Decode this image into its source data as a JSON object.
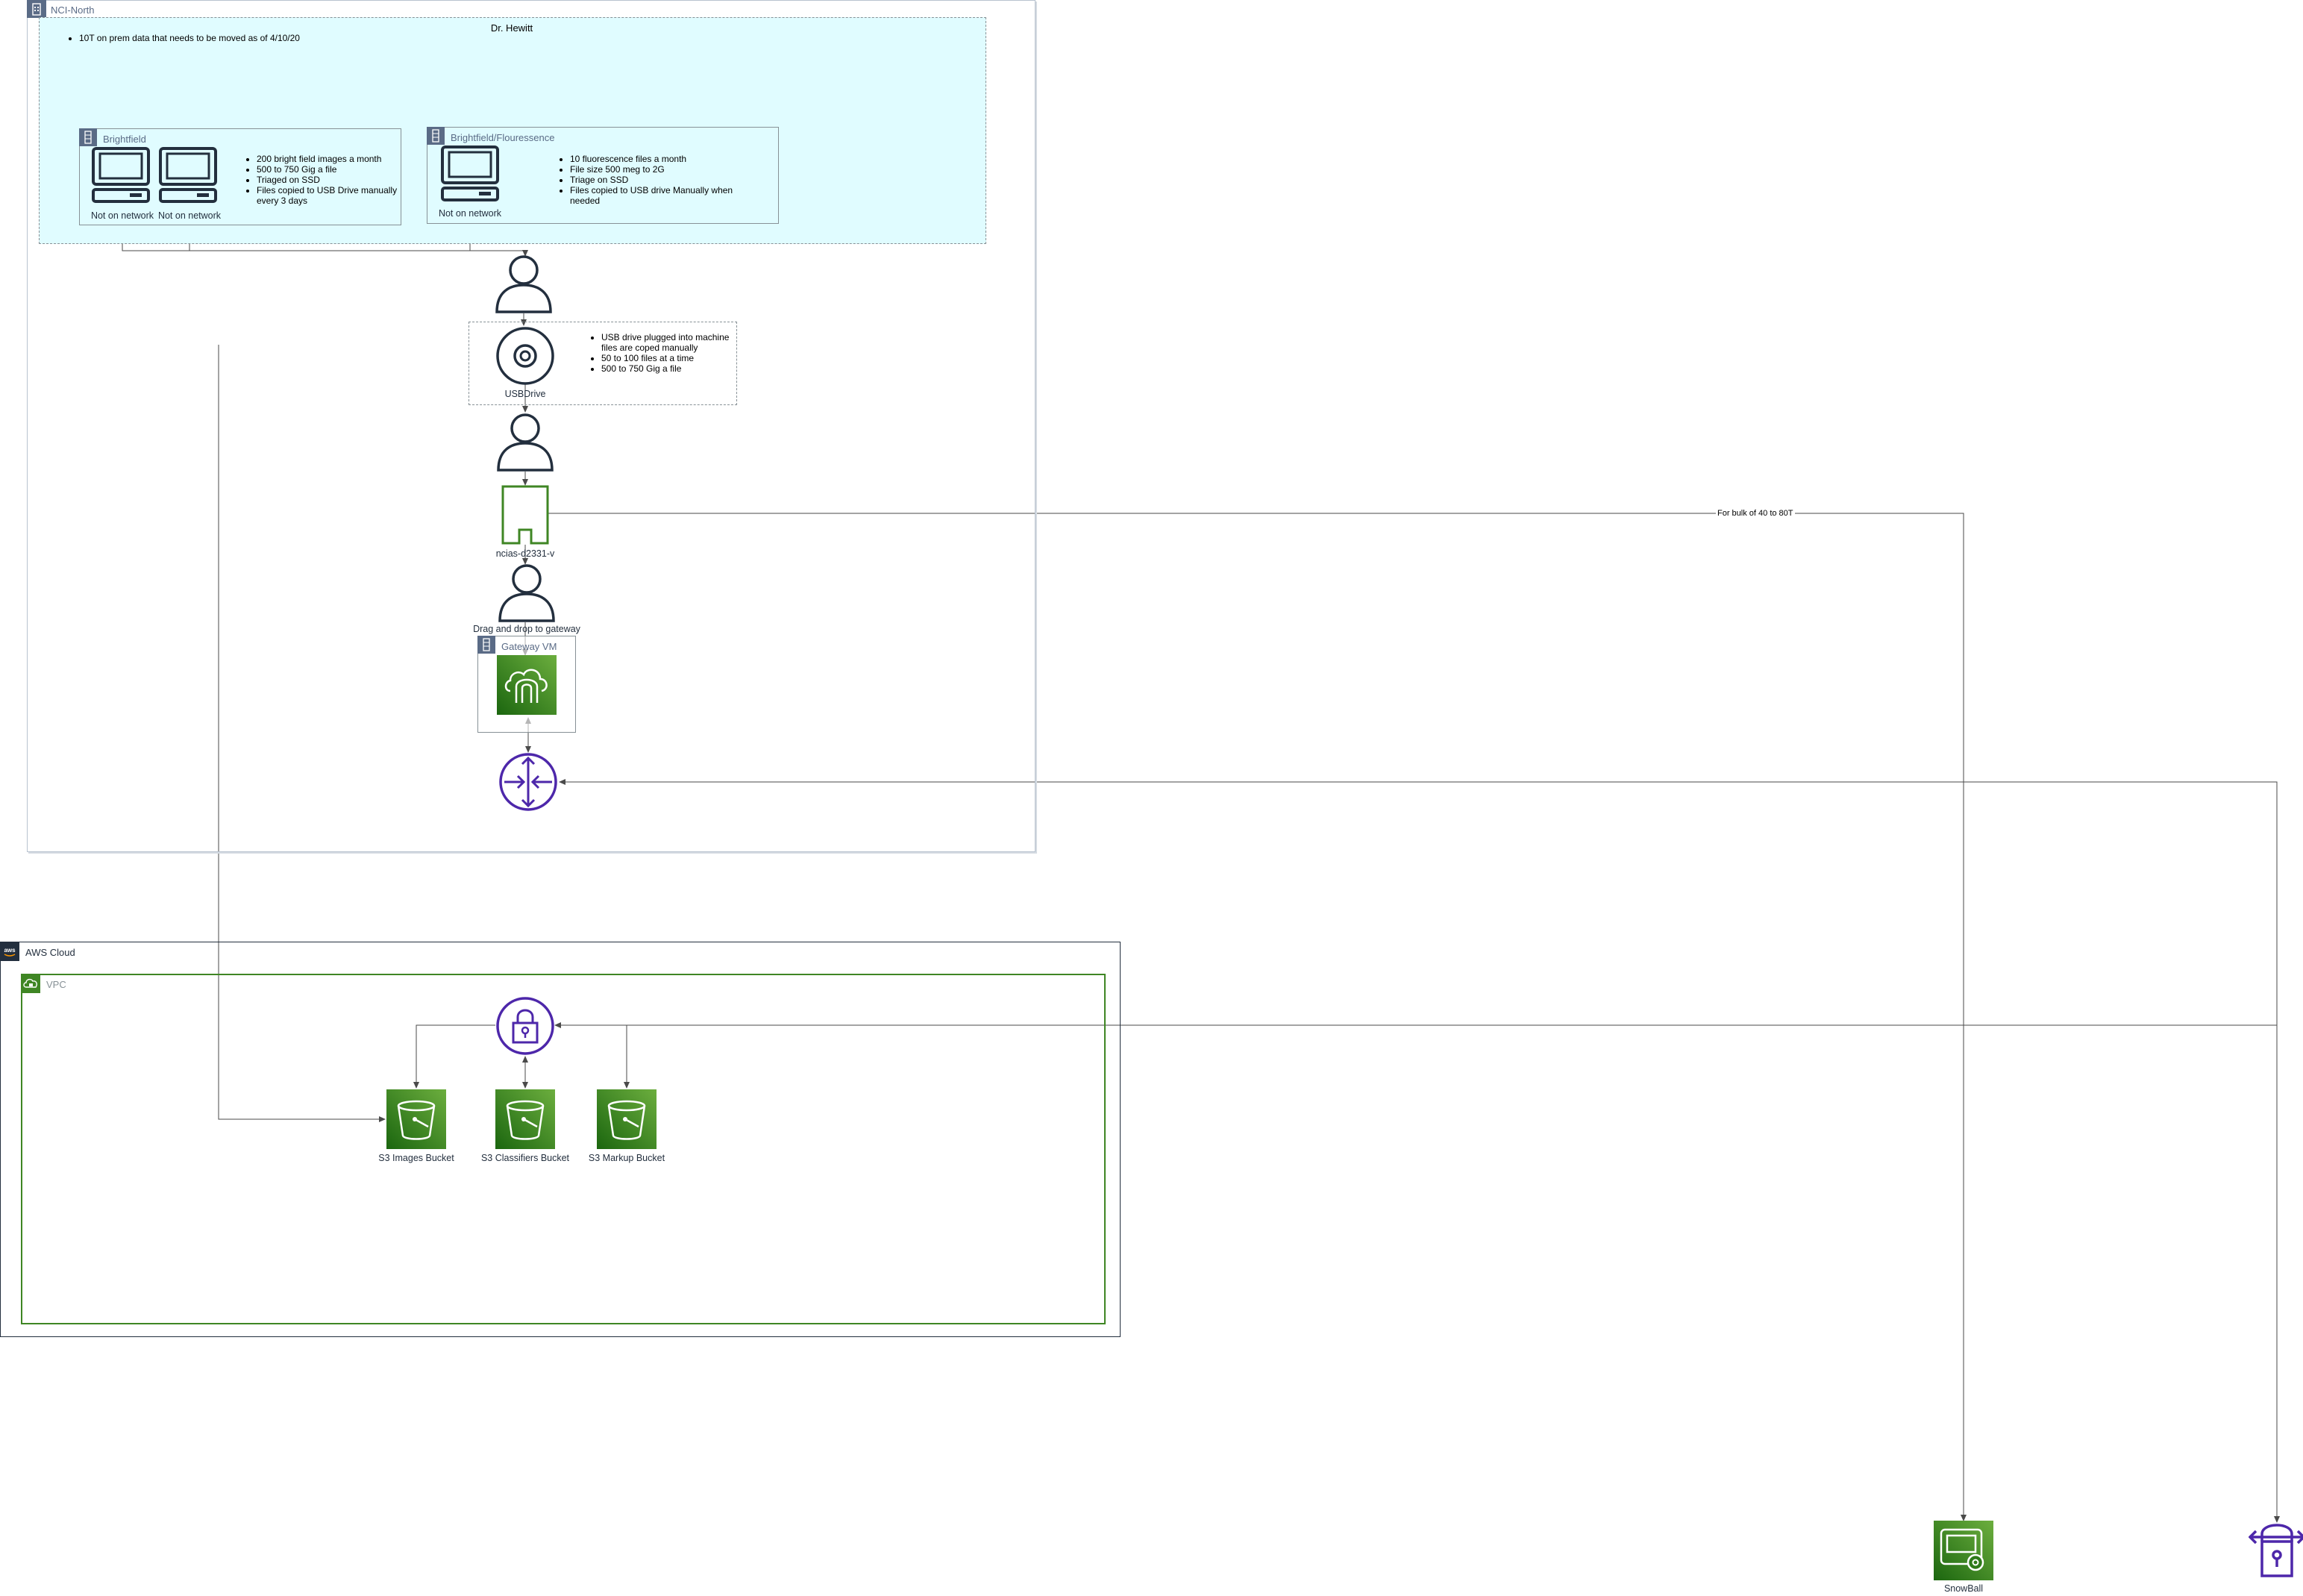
{
  "groups": {
    "nci_north": "NCI-North",
    "dr_hewitt": "Dr. Hewitt",
    "brightfield": "Brightfield",
    "brightfield_flourescence": "Brightfield/Flouressence",
    "gateway_vm": "Gateway VM",
    "aws_cloud": "AWS Cloud",
    "vpc": "VPC"
  },
  "notes": {
    "hewitt": [
      "10T on prem data that needs to be moved as of 4/10/20"
    ],
    "brightfield": [
      "200 bright field images a month",
      "500 to 750 Gig a file",
      "Triaged on SSD",
      "Files copied to USB Drive manually every 3 days"
    ],
    "flourescence": [
      "10 fluorescence files a month",
      "File size 500 meg to 2G",
      "Triage on SSD",
      "Files copied to USB drive Manually when needed"
    ],
    "usb": [
      "USB drive plugged into machine files are coped manually",
      "50 to 100 files at a time",
      "500 to 750 Gig a file"
    ]
  },
  "labels": {
    "workstation_1": "Not on network",
    "workstation_2": "Not on network",
    "workstation_3": "Not on network",
    "usb_drive": "USBDrive",
    "server": "ncias-d2331-v",
    "drag_drop": "Drag and drop to gateway",
    "edge_bulk": "For bulk of 40 to 80T",
    "s3_images": "S3 Images Bucket",
    "s3_classifiers": "S3 Classifiers Bucket",
    "s3_markup": "S3 Markup Bucket",
    "snowball": "SnowBall"
  },
  "icons": {
    "workstation": "desktop-computer-icon",
    "user": "user-icon",
    "disk": "disk-drive-icon",
    "server": "server-icon",
    "storage_gateway": "storage-gateway-icon",
    "router": "router-icon",
    "vpc_endpoint": "vpc-endpoint-lock-icon",
    "s3_bucket": "s3-bucket-icon",
    "snowball": "snowball-icon",
    "transfer": "transfer-lock-icon"
  },
  "colors": {
    "cyan_fill": "#e0fcff",
    "aws_green": "#3f8624",
    "purple": "#4d27aa",
    "navy": "#232f3e",
    "group_border": "#879196"
  }
}
